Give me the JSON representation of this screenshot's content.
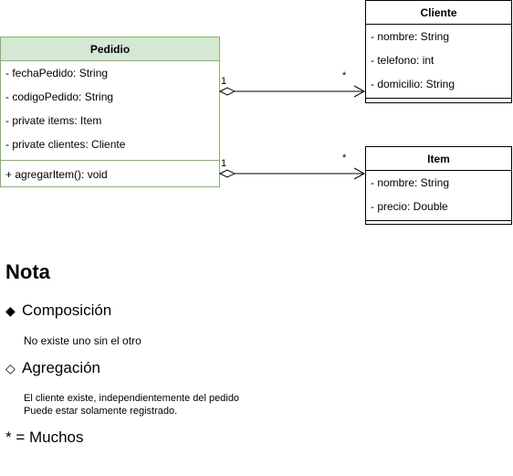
{
  "classes": {
    "pedido": {
      "title": "Pedidio",
      "attributes": [
        "- fechaPedido: String",
        "- codigoPedido: String",
        "- private items: Item",
        "- private clientes: Cliente"
      ],
      "methods": [
        "+ agregarItem(): void"
      ]
    },
    "cliente": {
      "title": "Cliente",
      "attributes": [
        "- nombre: String",
        "- telefono: int",
        "- domicilio: String"
      ]
    },
    "item": {
      "title": "Item",
      "attributes": [
        "- nombre: String",
        "- precio: Double"
      ]
    }
  },
  "edges": {
    "pedido_cliente": {
      "source_mult": "1",
      "target_mult": "*"
    },
    "pedido_item": {
      "source_mult": "1",
      "target_mult": "*"
    }
  },
  "note": {
    "title": "Nota",
    "composition": {
      "symbol": "◆",
      "label": "Composición",
      "desc": "No existe uno sin el otro"
    },
    "aggregation": {
      "symbol": "◇",
      "label": "Agregación",
      "desc_line1": "El cliente existe, independientemente del pedido",
      "desc_line2": "Puede estar solamente registrado."
    },
    "many": "* = Muchos"
  },
  "colors": {
    "pedido_fill": "#d5e8d4",
    "pedido_stroke": "#82b366"
  }
}
